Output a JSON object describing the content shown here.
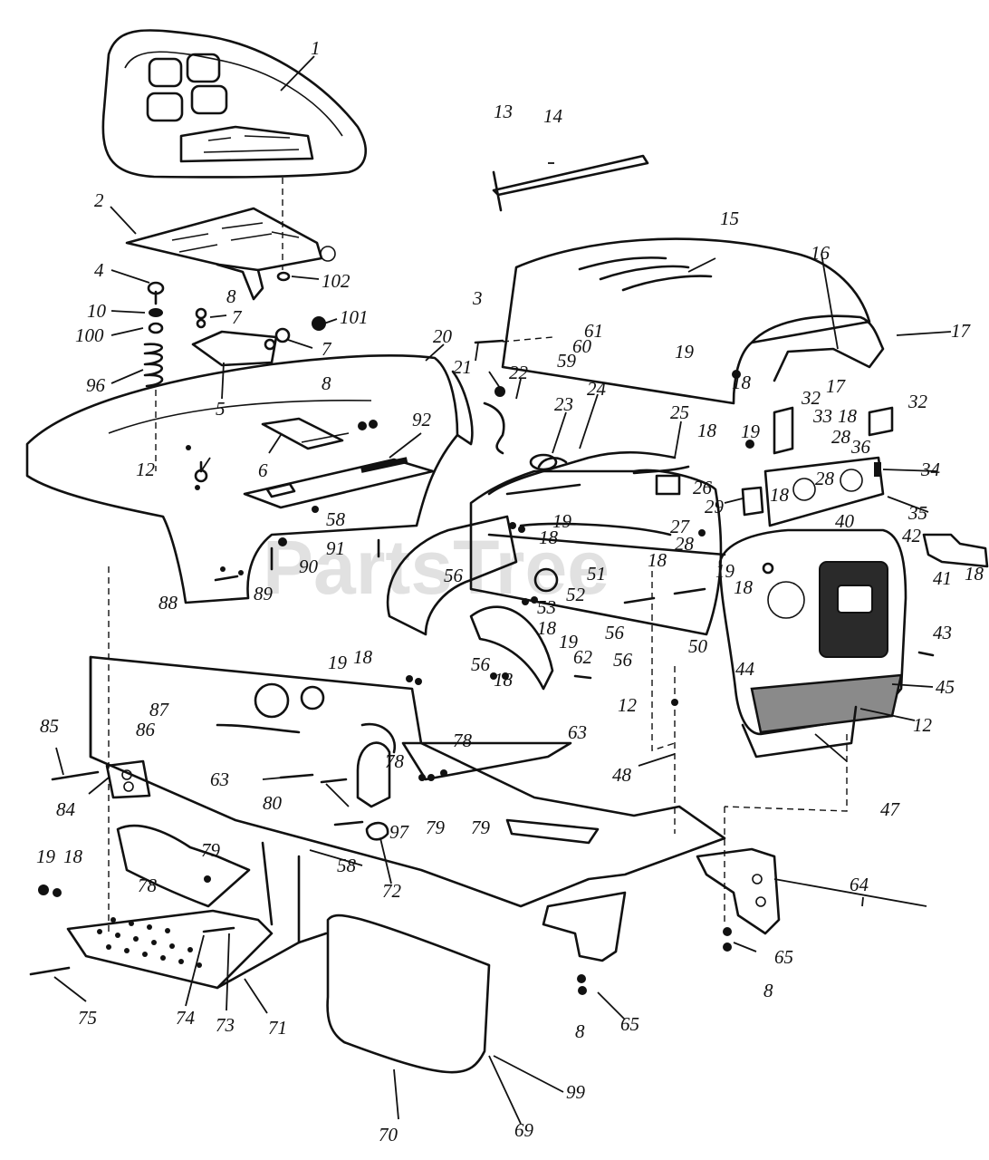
{
  "watermark": "PartsTree",
  "callouts": [
    {
      "id": "c1",
      "label": "1"
    },
    {
      "id": "c2",
      "label": "2"
    },
    {
      "id": "c3",
      "label": "3"
    },
    {
      "id": "c4",
      "label": "4"
    },
    {
      "id": "c5",
      "label": "5"
    },
    {
      "id": "c6",
      "label": "6"
    },
    {
      "id": "c7a",
      "label": "7"
    },
    {
      "id": "c7b",
      "label": "7"
    },
    {
      "id": "c8a",
      "label": "8"
    },
    {
      "id": "c8b",
      "label": "8"
    },
    {
      "id": "c8c",
      "label": "8"
    },
    {
      "id": "c8d",
      "label": "8"
    },
    {
      "id": "c10",
      "label": "10"
    },
    {
      "id": "c12a",
      "label": "12"
    },
    {
      "id": "c12b",
      "label": "12"
    },
    {
      "id": "c12c",
      "label": "12"
    },
    {
      "id": "c13",
      "label": "13"
    },
    {
      "id": "c14",
      "label": "14"
    },
    {
      "id": "c15",
      "label": "15"
    },
    {
      "id": "c16",
      "label": "16"
    },
    {
      "id": "c17a",
      "label": "17"
    },
    {
      "id": "c17b",
      "label": "17"
    },
    {
      "id": "c18a",
      "label": "18"
    },
    {
      "id": "c18b",
      "label": "18"
    },
    {
      "id": "c18c",
      "label": "18"
    },
    {
      "id": "c18d",
      "label": "18"
    },
    {
      "id": "c18e",
      "label": "18"
    },
    {
      "id": "c18f",
      "label": "18"
    },
    {
      "id": "c18g",
      "label": "18"
    },
    {
      "id": "c18h",
      "label": "18"
    },
    {
      "id": "c18i",
      "label": "18"
    },
    {
      "id": "c18j",
      "label": "18"
    },
    {
      "id": "c18k",
      "label": "18"
    },
    {
      "id": "c18l",
      "label": "18"
    },
    {
      "id": "c19a",
      "label": "19"
    },
    {
      "id": "c19b",
      "label": "19"
    },
    {
      "id": "c19c",
      "label": "19"
    },
    {
      "id": "c19d",
      "label": "19"
    },
    {
      "id": "c19e",
      "label": "19"
    },
    {
      "id": "c19f",
      "label": "19"
    },
    {
      "id": "c19g",
      "label": "19"
    },
    {
      "id": "c20",
      "label": "20"
    },
    {
      "id": "c21",
      "label": "21"
    },
    {
      "id": "c22",
      "label": "22"
    },
    {
      "id": "c23",
      "label": "23"
    },
    {
      "id": "c24",
      "label": "24"
    },
    {
      "id": "c25",
      "label": "25"
    },
    {
      "id": "c26",
      "label": "26"
    },
    {
      "id": "c27",
      "label": "27"
    },
    {
      "id": "c28a",
      "label": "28"
    },
    {
      "id": "c28b",
      "label": "28"
    },
    {
      "id": "c28c",
      "label": "28"
    },
    {
      "id": "c29",
      "label": "29"
    },
    {
      "id": "c32a",
      "label": "32"
    },
    {
      "id": "c32b",
      "label": "32"
    },
    {
      "id": "c33",
      "label": "33"
    },
    {
      "id": "c34",
      "label": "34"
    },
    {
      "id": "c35",
      "label": "35"
    },
    {
      "id": "c36",
      "label": "36"
    },
    {
      "id": "c40",
      "label": "40"
    },
    {
      "id": "c41",
      "label": "41"
    },
    {
      "id": "c42",
      "label": "42"
    },
    {
      "id": "c43",
      "label": "43"
    },
    {
      "id": "c44",
      "label": "44"
    },
    {
      "id": "c45",
      "label": "45"
    },
    {
      "id": "c47",
      "label": "47"
    },
    {
      "id": "c48",
      "label": "48"
    },
    {
      "id": "c50",
      "label": "50"
    },
    {
      "id": "c51",
      "label": "51"
    },
    {
      "id": "c52",
      "label": "52"
    },
    {
      "id": "c53",
      "label": "53"
    },
    {
      "id": "c56a",
      "label": "56"
    },
    {
      "id": "c56b",
      "label": "56"
    },
    {
      "id": "c56c",
      "label": "56"
    },
    {
      "id": "c56d",
      "label": "56"
    },
    {
      "id": "c58a",
      "label": "58"
    },
    {
      "id": "c58b",
      "label": "58"
    },
    {
      "id": "c59",
      "label": "59"
    },
    {
      "id": "c60",
      "label": "60"
    },
    {
      "id": "c61",
      "label": "61"
    },
    {
      "id": "c62",
      "label": "62"
    },
    {
      "id": "c63a",
      "label": "63"
    },
    {
      "id": "c63b",
      "label": "63"
    },
    {
      "id": "c64",
      "label": "64"
    },
    {
      "id": "c65a",
      "label": "65"
    },
    {
      "id": "c65b",
      "label": "65"
    },
    {
      "id": "c69",
      "label": "69"
    },
    {
      "id": "c70",
      "label": "70"
    },
    {
      "id": "c71",
      "label": "71"
    },
    {
      "id": "c72",
      "label": "72"
    },
    {
      "id": "c73",
      "label": "73"
    },
    {
      "id": "c74",
      "label": "74"
    },
    {
      "id": "c75",
      "label": "75"
    },
    {
      "id": "c78a",
      "label": "78"
    },
    {
      "id": "c78b",
      "label": "78"
    },
    {
      "id": "c78c",
      "label": "78"
    },
    {
      "id": "c79a",
      "label": "79"
    },
    {
      "id": "c79b",
      "label": "79"
    },
    {
      "id": "c79c",
      "label": "79"
    },
    {
      "id": "c80",
      "label": "80"
    },
    {
      "id": "c84",
      "label": "84"
    },
    {
      "id": "c85",
      "label": "85"
    },
    {
      "id": "c86",
      "label": "86"
    },
    {
      "id": "c87",
      "label": "87"
    },
    {
      "id": "c88",
      "label": "88"
    },
    {
      "id": "c89",
      "label": "89"
    },
    {
      "id": "c90",
      "label": "90"
    },
    {
      "id": "c91",
      "label": "91"
    },
    {
      "id": "c92",
      "label": "92"
    },
    {
      "id": "c96",
      "label": "96"
    },
    {
      "id": "c97",
      "label": "97"
    },
    {
      "id": "c99",
      "label": "99"
    },
    {
      "id": "c100",
      "label": "100"
    },
    {
      "id": "c101",
      "label": "101"
    },
    {
      "id": "c102",
      "label": "102"
    }
  ]
}
